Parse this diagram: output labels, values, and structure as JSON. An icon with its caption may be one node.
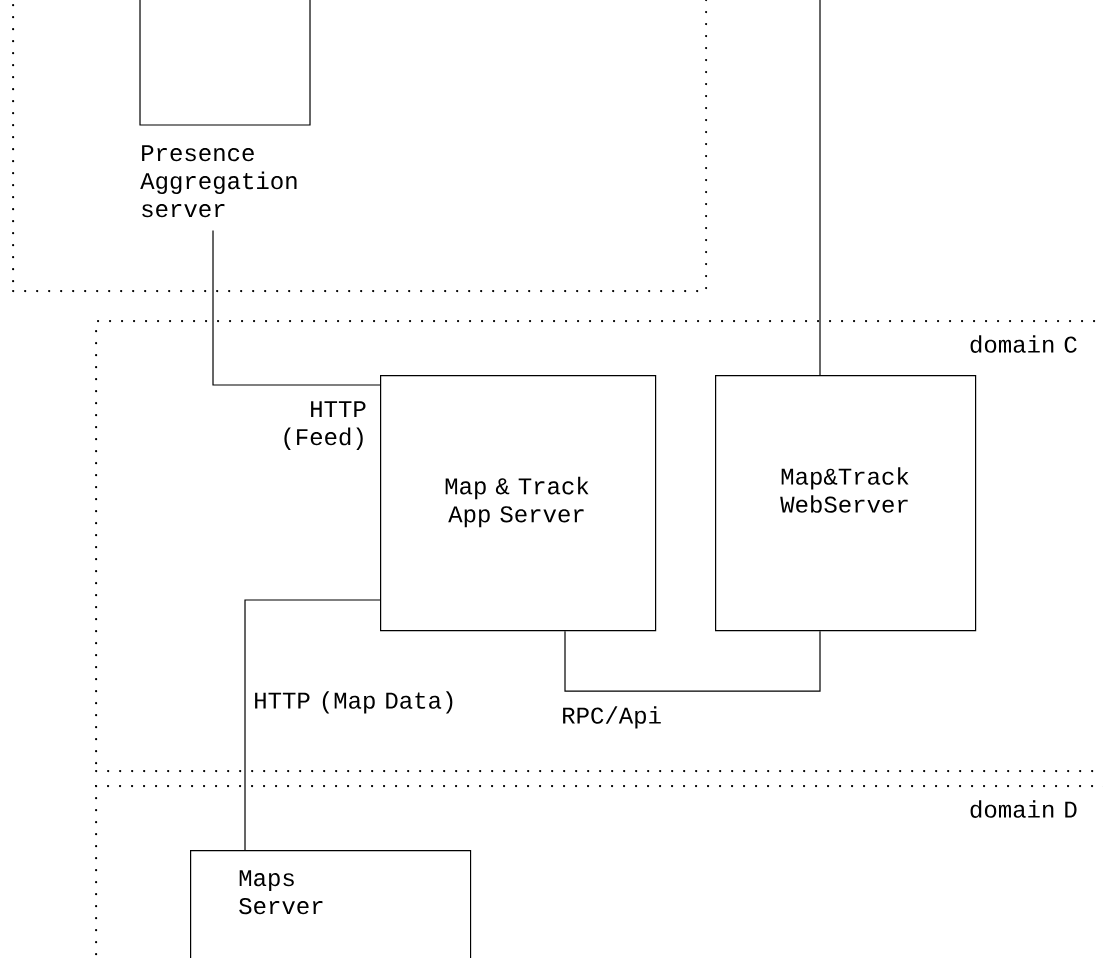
{
  "diagram": {
    "nodes": [
      {
        "text": [],
        "shape": "box"
      },
      {
        "text": [
          "Presence Aggregation server"
        ],
        "in": 0
      },
      {
        "text": [
          "domain C"
        ]
      },
      {
        "text": [
          "Map & Track App Server"
        ],
        "in": 2
      },
      {
        "text": [
          "Map&Track WebServer"
        ],
        "in": 2
      },
      {
        "text": [
          "domain D"
        ]
      },
      {
        "text": [
          "Maps Server"
        ],
        "in": 5
      }
    ],
    "edges": [
      {
        "from": 1,
        "to": 3,
        "arrow": "none",
        "label": "HTTP (Feed)"
      },
      {
        "from": 3,
        "to": 6,
        "arrow": "none",
        "label": "HTTP (Map Data)"
      },
      {
        "from": 3,
        "to": 4,
        "arrow": "none",
        "label": "RPC/Api"
      },
      {
        "from": null,
        "to": 4,
        "arrow": "none"
      }
    ]
  }
}
